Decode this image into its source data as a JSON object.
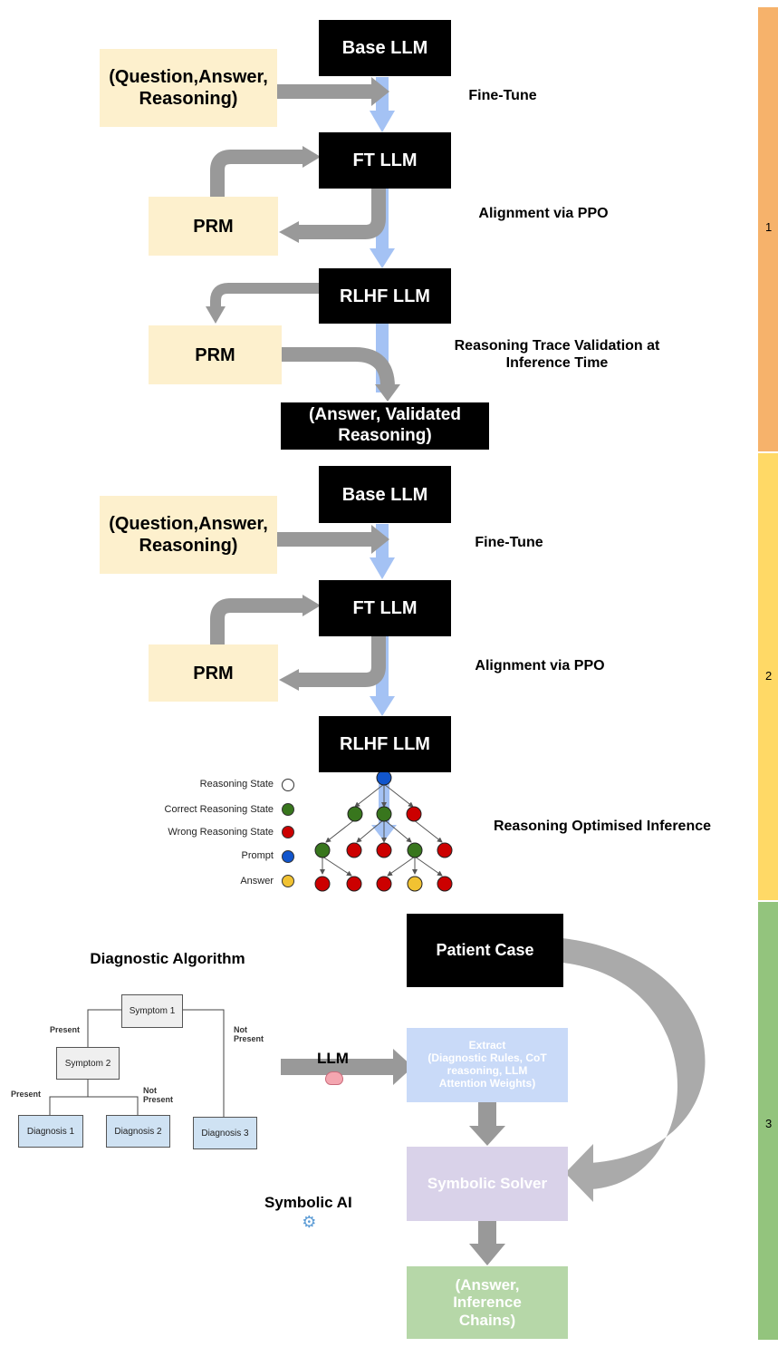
{
  "colors": {
    "stage1": "#f6b26b",
    "stage2": "#ffd966",
    "stage3": "#93c47d",
    "cream": "#fdf0cd",
    "flow_arrow": "#a4c2f4",
    "grey_arrow": "#999999",
    "correct": "#38761d",
    "wrong": "#cc0000",
    "prompt": "#1155cc",
    "answer": "#f1c232"
  },
  "stage_numbers": [
    "1",
    "2",
    "3"
  ],
  "section1": {
    "base": "Base LLM",
    "qa": "(Question,Answer,\nReasoning)",
    "finetune": "Fine-Tune",
    "ft": "FT LLM",
    "prm": "PRM",
    "alignment": "Alignment via PPO",
    "rlhf": "RLHF LLM",
    "prm2": "PRM",
    "validation": "Reasoning Trace Validation at\nInference Time",
    "output": "(Answer, Validated\nReasoning)"
  },
  "section2": {
    "base": "Base LLM",
    "qa": "(Question,Answer,\nReasoning)",
    "finetune": "Fine-Tune",
    "ft": "FT LLM",
    "prm": "PRM",
    "alignment": "Alignment via PPO",
    "rlhf": "RLHF LLM",
    "inference": "Reasoning Optimised Inference",
    "legend": [
      {
        "label": "Reasoning State",
        "color": "#ffffff"
      },
      {
        "label": "Correct Reasoning State",
        "color": "#38761d"
      },
      {
        "label": "Wrong Reasoning State",
        "color": "#cc0000"
      },
      {
        "label": "Prompt",
        "color": "#1155cc"
      },
      {
        "label": "Answer",
        "color": "#f1c232"
      }
    ]
  },
  "section3": {
    "title": "Diagnostic Algorithm",
    "symptom1": "Symptom 1",
    "symptom2": "Symptom 2",
    "present1": "Present",
    "not_present1": "Not\nPresent",
    "present2": "Present",
    "not_present2": "Not\nPresent",
    "diagnosis1": "Diagnosis 1",
    "diagnosis2": "Diagnosis 2",
    "diagnosis3": "Diagnosis 3",
    "llm": "LLM",
    "llm_icon": "brain-icon",
    "symbolic": "Symbolic AI",
    "symbolic_icon": "gear-icon",
    "patient": "Patient Case",
    "extract": "Extract\n(Diagnostic Rules, CoT\nreasoning, LLM\nAttention Weights)",
    "solver": "Symbolic Solver",
    "output": "(Answer,\nInference\nChains)"
  }
}
